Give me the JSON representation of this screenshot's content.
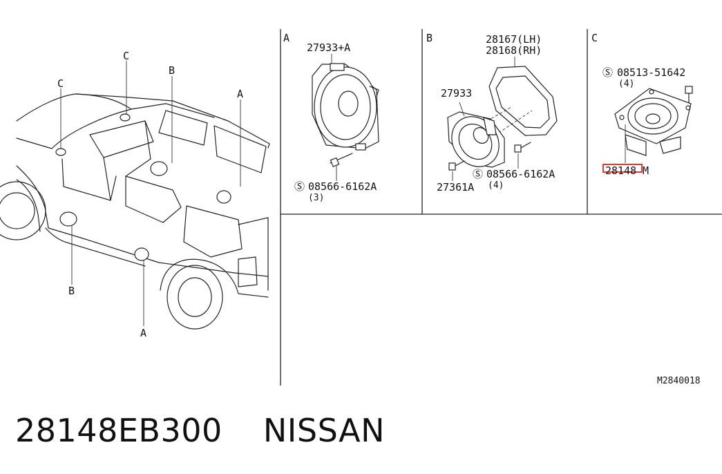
{
  "diagram": {
    "car_view": {
      "callouts_top": [
        "C",
        "C",
        "B",
        "A"
      ],
      "callouts_bottom": [
        "B",
        "A"
      ]
    },
    "panel_a": {
      "letter": "A",
      "part_top": "27933+A",
      "screw_part": "08566-6162A",
      "screw_qty": "(3)"
    },
    "panel_b": {
      "letter": "B",
      "part_lh": "28167(LH)",
      "part_rh": "28168(RH)",
      "speaker_part": "27933",
      "screw_part": "08566-6162A",
      "screw_qty": "(4)",
      "bolt_part": "27361A"
    },
    "panel_c": {
      "letter": "C",
      "screw_part": "08513-51642",
      "screw_qty": "(4)",
      "highlight_part": "28148",
      "highlight_suffix": "M"
    },
    "figure_code": "M2840018",
    "highlight_color": "#e53935"
  },
  "caption": {
    "part_number": "28148EB300",
    "brand": "NISSAN"
  }
}
